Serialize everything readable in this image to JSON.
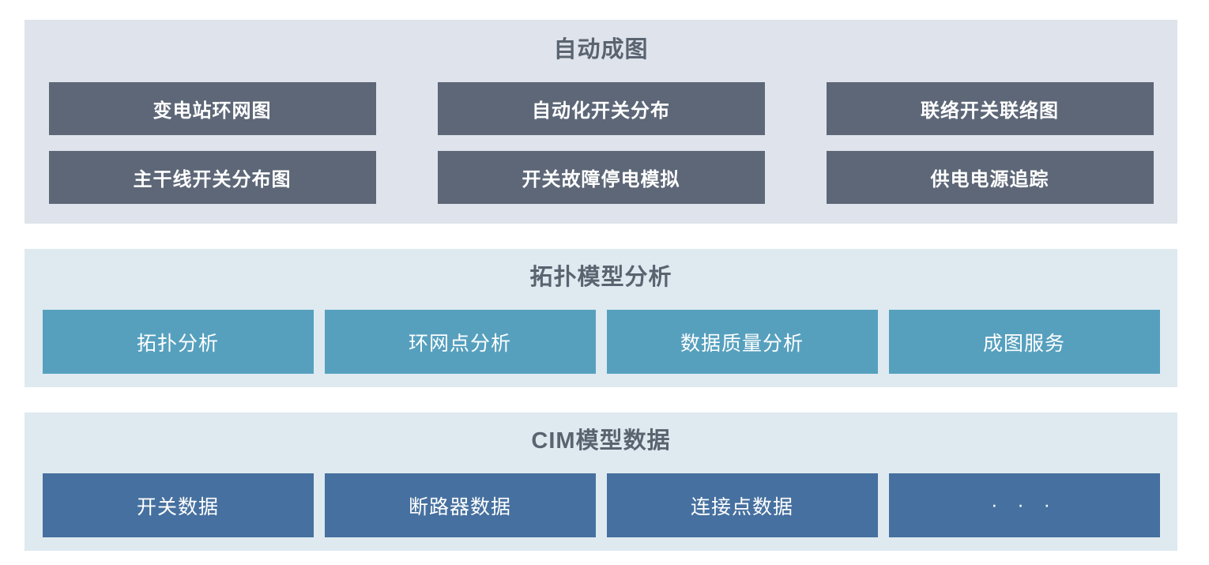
{
  "sections": [
    {
      "key": "auto_mapping",
      "title": "自动成图",
      "style": "dark",
      "items": [
        {
          "label": "变电站环网图"
        },
        {
          "label": "自动化开关分布"
        },
        {
          "label": "联络开关联络图"
        },
        {
          "label": "主干线开关分布图"
        },
        {
          "label": "开关故障停电模拟"
        },
        {
          "label": "供电电源追踪"
        }
      ]
    },
    {
      "key": "topology_model_analysis",
      "title": "拓扑模型分析",
      "style": "teal",
      "items": [
        {
          "label": "拓扑分析"
        },
        {
          "label": "环网点分析"
        },
        {
          "label": "数据质量分析"
        },
        {
          "label": "成图服务"
        }
      ]
    },
    {
      "key": "cim_model_data",
      "title": "CIM模型数据",
      "style": "navy",
      "items": [
        {
          "label": "开关数据"
        },
        {
          "label": "断路器数据"
        },
        {
          "label": "连接点数据"
        },
        {
          "label": "· · ·"
        }
      ]
    }
  ],
  "colors": {
    "panel_top_bg": "#dfe3eb",
    "panel_blue_bg": "#deeaf0",
    "button_dark": "#5d6777",
    "tile_teal": "#56a0be",
    "tile_navy": "#46709f",
    "title_text": "#5a6470",
    "item_text": "#ffffff",
    "page_bg": "#ffffff"
  }
}
